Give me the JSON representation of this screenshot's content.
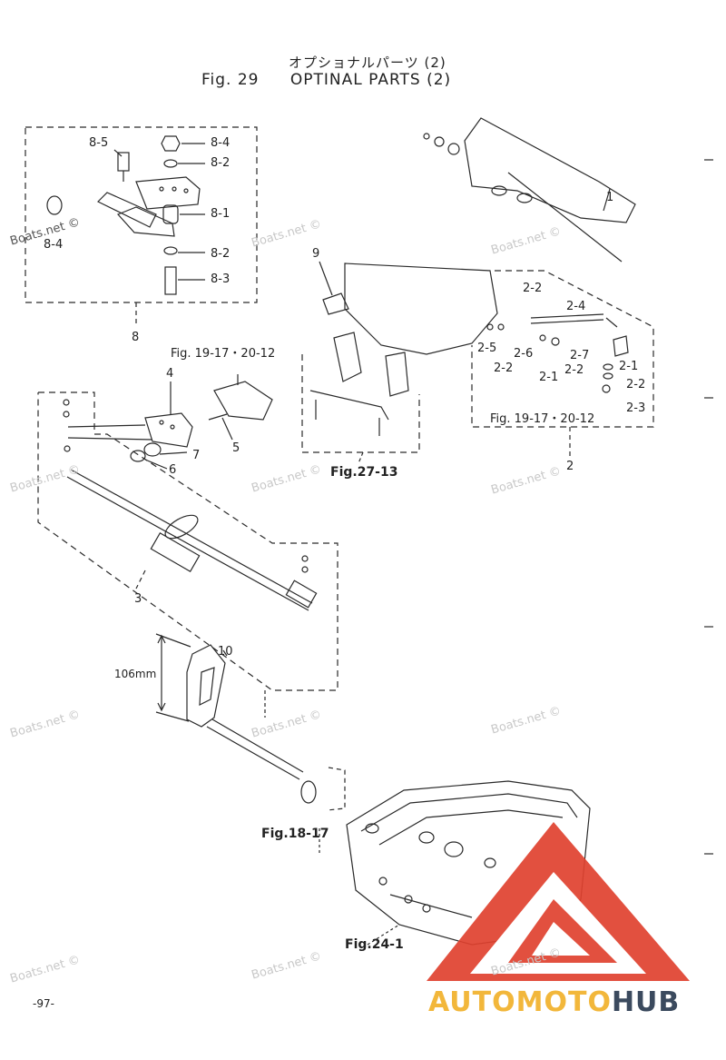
{
  "header": {
    "title_jp": "オプショナルパーツ (2)",
    "fig_no": "Fig. 29",
    "title_en": "OPTINAL PARTS (2)"
  },
  "part_labels": {
    "p8_5": "8-5",
    "p8_4_top": "8-4",
    "p8_2_top": "8-2",
    "p8_1": "8-1",
    "p8_4_left": "8-4",
    "p8_2_bottom": "8-2",
    "p8_3": "8-3",
    "p8": "8",
    "p9": "9",
    "p1": "1",
    "p2_2_a": "2-2",
    "p2_4": "2-4",
    "p2_5": "2-5",
    "p2_6": "2-6",
    "p2_2_b": "2-2",
    "p2_7": "2-7",
    "p2_1_a": "2-1",
    "p2_2_c": "2-2",
    "p2_1_b": "2-1",
    "p2_2_d": "2-2",
    "p2_3": "2-3",
    "p2": "2",
    "p4": "4",
    "p5": "5",
    "p6": "6",
    "p7": "7",
    "p3": "3",
    "p10": "10",
    "dim_106": "106mm"
  },
  "fig_refs": {
    "ref_19_17_top": "Fig. 19-17・20-12",
    "ref_19_17_right": "Fig. 19-17・20-12",
    "ref_27_13": "Fig.27-13",
    "ref_18_17": "Fig.18-17",
    "ref_24_1": "Fig.24-1"
  },
  "watermark": "Boats.net ©",
  "page_number": "-97-",
  "brand": {
    "part1": "AUTOMOTO",
    "part2": "HUB"
  },
  "colors": {
    "line": "#2a2a2a",
    "logo_red": "#e0412f",
    "logo_dark": "#3b4a5e",
    "logo_gold": "#f2b73b"
  }
}
